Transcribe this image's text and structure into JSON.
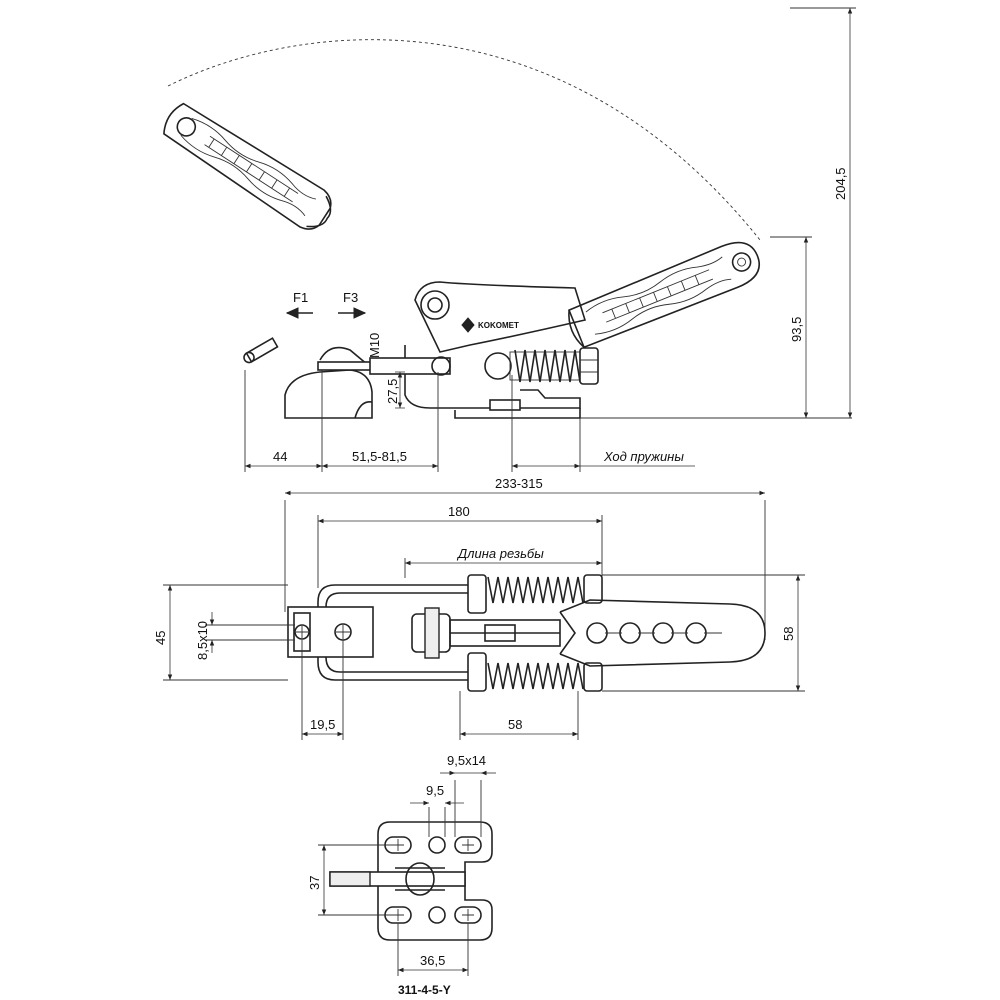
{
  "labels": {
    "force_1": "F1",
    "force_3": "F3",
    "thread": "M10",
    "spring_travel": "Ход пружины",
    "thread_length": "Длина резьбы",
    "brand": "KOKOMET",
    "model": "311-4-5-Y"
  },
  "dimensions": {
    "d_44": "44",
    "d_51": "51,5-81,5",
    "d_27": "27,5",
    "d_233": "233-315",
    "d_180": "180",
    "d_45": "45",
    "d_8": "8,5x10",
    "d_19": "19,5",
    "d_58_bottom": "58",
    "d_58_side": "58",
    "d_93": "93,5",
    "d_204": "204,5",
    "d_9x14": "9,5x14",
    "d_9": "9,5",
    "d_37": "37",
    "d_36": "36,5"
  }
}
